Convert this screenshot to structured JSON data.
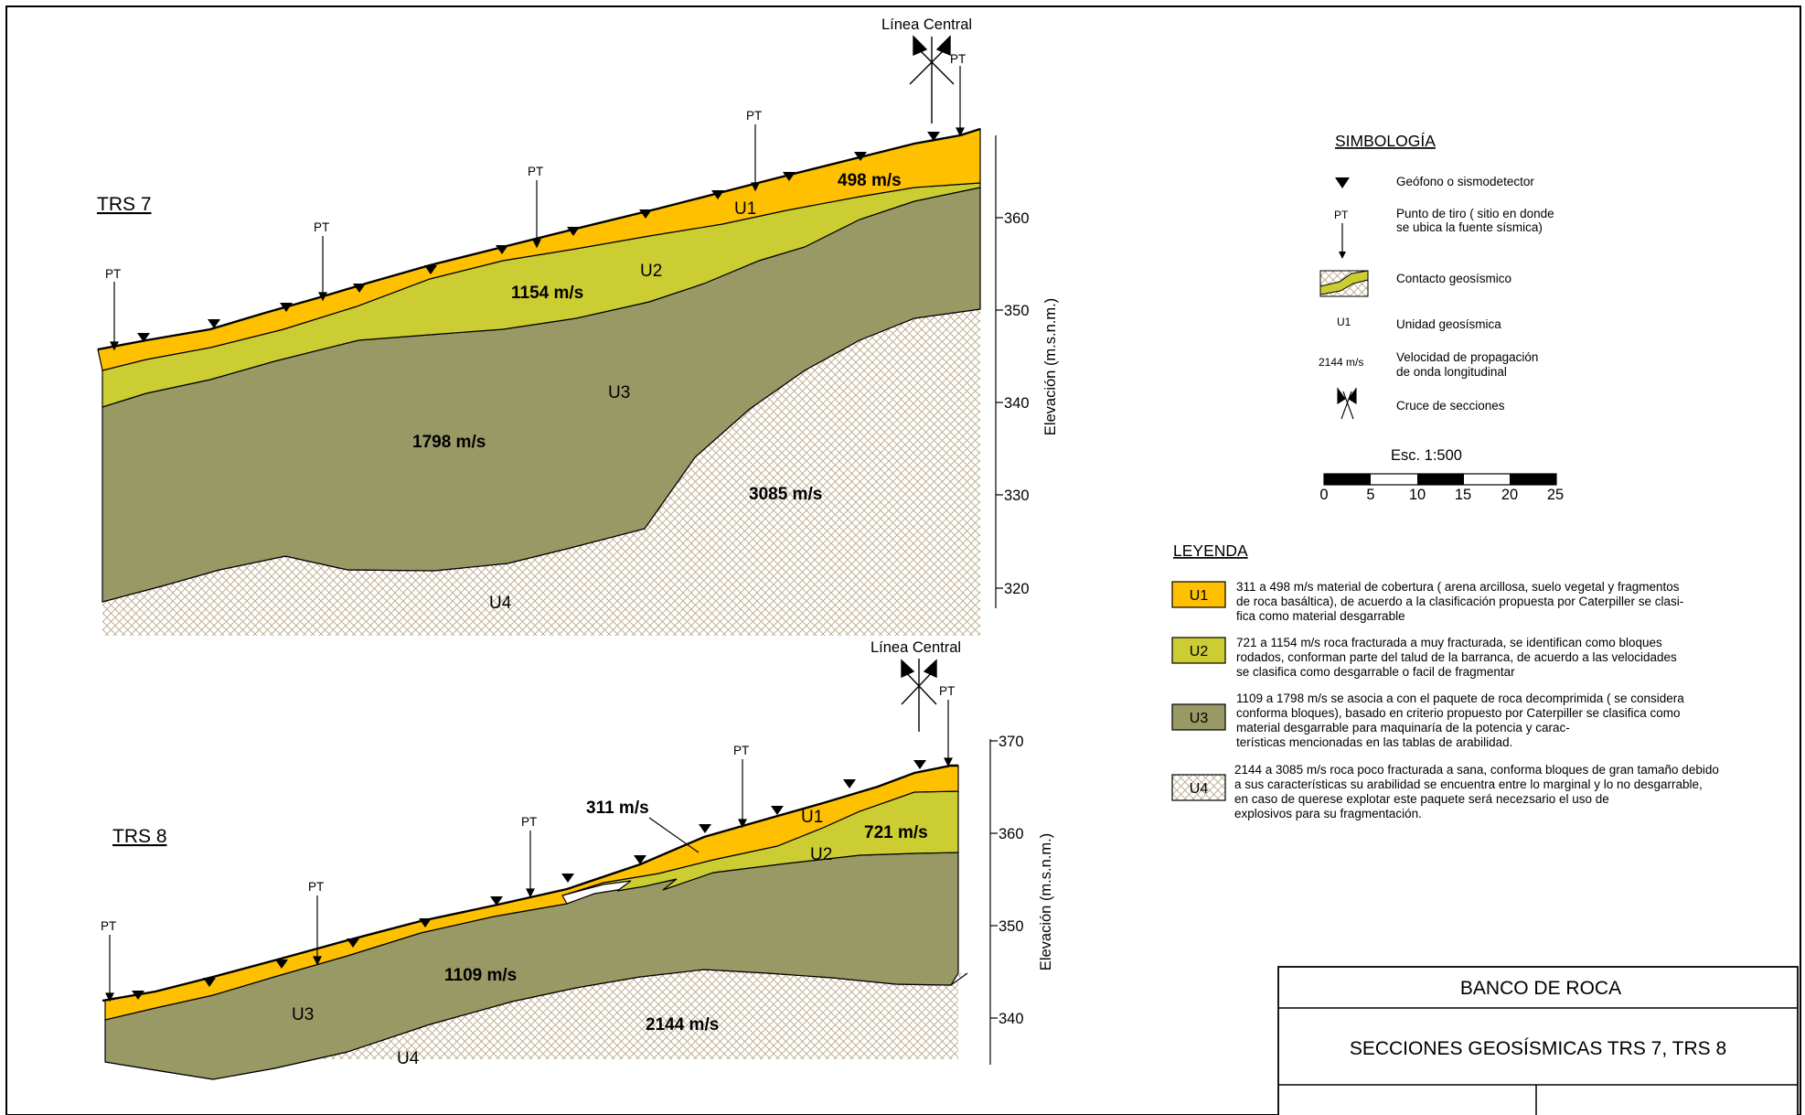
{
  "colors": {
    "u1": "#ffc000",
    "u2": "#cccc33",
    "u3": "#999966",
    "u4_hatch": "#b8a88a",
    "outline": "#000000"
  },
  "common": {
    "pt": "PT",
    "linea_central": "Línea Central",
    "elev_axis": "Elevación (m.s.n.m.)"
  },
  "sections": [
    {
      "title": "TRS 7",
      "units": {
        "u1": "U1",
        "u2": "U2",
        "u3": "U3",
        "u4": "U4"
      },
      "velocities": {
        "u1": "498 m/s",
        "u2": "1154 m/s",
        "u3": "1798 m/s",
        "u4": "3085 m/s"
      },
      "elevation_ticks": [
        "360",
        "350",
        "340",
        "330",
        "320"
      ]
    },
    {
      "title": "TRS 8",
      "units": {
        "u1": "U1",
        "u2": "U2",
        "u3": "U3",
        "u4": "U4"
      },
      "velocities": {
        "u1": "311 m/s",
        "u2": "721 m/s",
        "u3": "1109 m/s",
        "u4": "2144 m/s"
      },
      "elevation_ticks": [
        "370",
        "360",
        "350",
        "340"
      ]
    }
  ],
  "simbologia": {
    "title": "SIMBOLOGÍA",
    "items": [
      {
        "icon": "geophone-icon",
        "text": [
          "Geófono o sismodetector"
        ]
      },
      {
        "icon": "shot-point-icon",
        "text": [
          "Punto de tiro ( sitio en donde",
          "se ubica la fuente sísmica)"
        ]
      },
      {
        "icon": "contact-icon",
        "text": [
          "Contacto geosísmico"
        ]
      },
      {
        "icon": "unit-label-icon",
        "sample": "U1",
        "text": [
          "Unidad geosísmica"
        ]
      },
      {
        "icon": "velocity-label-icon",
        "sample": "2144 m/s",
        "text": [
          "Velocidad de propagación",
          "de onda longitudinal"
        ]
      },
      {
        "icon": "section-cross-icon",
        "text": [
          "Cruce de secciones"
        ]
      }
    ],
    "scale_label": "Esc. 1:500",
    "scale_ticks": [
      "0",
      "5",
      "10",
      "15",
      "20",
      "25"
    ]
  },
  "leyenda": {
    "title": "LEYENDA",
    "items": [
      {
        "unit": "U1",
        "lines": [
          "311 a 498 m/s material de cobertura ( arena arcillosa, suelo vegetal y fragmentos",
          "de roca basáltica), de acuerdo a la clasificación propuesta por Caterpiller se clasi-",
          "fica como material desgarrable"
        ]
      },
      {
        "unit": "U2",
        "lines": [
          "721 a 1154 m/s  roca fracturada a muy fracturada, se identifican como bloques",
          "rodados, conforman parte del talud de la barranca, de acuerdo a las velocidades",
          "se clasifica como desgarrable o facil de fragmentar"
        ]
      },
      {
        "unit": "U3",
        "lines": [
          "1109 a 1798  m/s se asocia a con el paquete de roca decomprimida ( se considera",
          "conforma bloques), basado en criterio propuesto por Caterpiller se clasifica como",
          "material desgarrable para maquinaría de la potencia y carac-",
          "terísticas mencionadas en las tablas de arabilidad."
        ]
      },
      {
        "unit": "U4",
        "lines": [
          "2144 a 3085 m/s roca poco fracturada a sana, conforma bloques de gran tamaño debido",
          "a sus características su arabilidad se encuentra entre lo marginal y lo no desgarrable,",
          "en caso de querese explotar este paquete será necezsario el uso de",
          "explosivos para su fragmentación."
        ]
      }
    ]
  },
  "title_block": {
    "project": "BANCO DE ROCA",
    "drawing_title": "SECCIONES GEOSÍSMICAS TRS 7, TRS 8"
  }
}
